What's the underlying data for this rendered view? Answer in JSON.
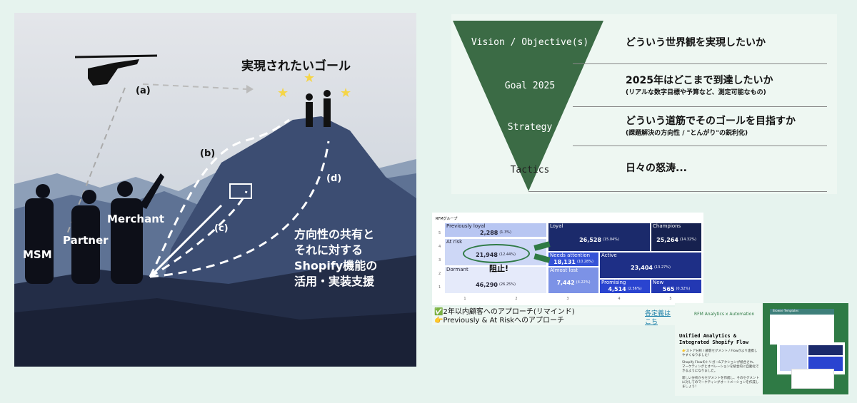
{
  "illustration": {
    "goal_title": "実現されたいゴール",
    "label_a": "(a)",
    "label_b": "(b)",
    "label_c": "(c)",
    "label_d": "(d)",
    "roles": [
      "MSM",
      "Partner",
      "Merchant"
    ],
    "message_lines": [
      "方向性の共有と",
      "それに対する",
      "Shopify機能の",
      "活用・実装支援"
    ]
  },
  "funnel": {
    "levels": [
      {
        "label": "Vision / Objective(s)",
        "desc": "どういう世界観を実現したいか",
        "sub": ""
      },
      {
        "label": "Goal 2025",
        "desc": "2025年はどこまで到達したいか",
        "sub": "(リアルな数字目標や予算など、測定可能なもの)"
      },
      {
        "label": "Strategy",
        "desc": "どういう道筋でそのゴールを目指すか",
        "sub": "(課題解決の方向性 / \"とんがり\"の鋭利化)"
      },
      {
        "label": "Tactics",
        "desc": "日々の怒涛...",
        "sub": ""
      }
    ],
    "color": "#3b6b45"
  },
  "rfm": {
    "title": "RFMグループ",
    "stop_label": "阻止!",
    "x_ticks": [
      "1",
      "2",
      "3",
      "4",
      "5"
    ],
    "y_ticks": [
      "5",
      "4",
      "3",
      "2",
      "1"
    ],
    "cells": [
      {
        "name": "Previously loyal",
        "value": "2,288",
        "pct": "(1.3%)"
      },
      {
        "name": "At risk",
        "value": "21,948",
        "pct": "(12.44%)"
      },
      {
        "name": "Dormant",
        "value": "46,290",
        "pct": "(26.25%)"
      },
      {
        "name": "Loyal",
        "value": "26,528",
        "pct": "(15.04%)"
      },
      {
        "name": "Champions",
        "value": "25,264",
        "pct": "(14.32%)"
      },
      {
        "name": "Needs attention",
        "value": "18,131",
        "pct": "(10.28%)"
      },
      {
        "name": "Almost lost",
        "value": "7,442",
        "pct": "(4.22%)"
      },
      {
        "name": "Active",
        "value": "23,404",
        "pct": "(13.27%)"
      },
      {
        "name": "Promising",
        "value": "4,514",
        "pct": "(2.56%)"
      },
      {
        "name": "New",
        "value": "565",
        "pct": "(0.32%)"
      }
    ]
  },
  "caption": {
    "line1": "✅2年以内顧客へのアプローチ(リマインド)",
    "line2": "👉Previously & At Riskへのアプローチ",
    "link": "各定義はこち"
  },
  "automation": {
    "title": "RFM Analytics x Automation",
    "heading1": "Unified Analytics &",
    "heading2": "Integrated Shopify Flow",
    "p1": "👉ストア分析 / 顧客セグメント / Flowがより連携しやすくなりました！",
    "p2": "Shopify Flowのトリガー&アクションが統合され、マーケティングとオペレーションを統合的に自動化できるようになりました。",
    "p3": "新しい分析からセグメントを作成し、そのセグメントに対してのマーケティングオートメーションを作成しましょう！",
    "screenshot_title": "Browse Templates"
  }
}
